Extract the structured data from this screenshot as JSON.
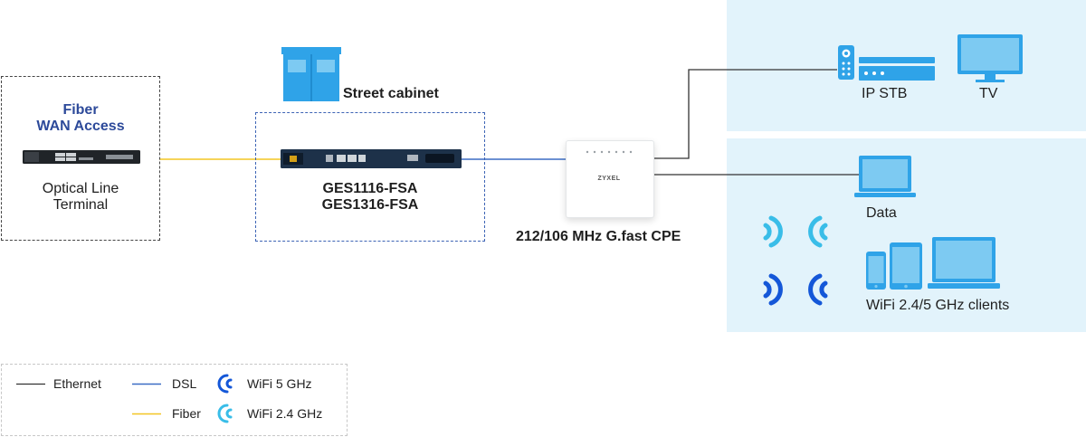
{
  "olt": {
    "heading_line1": "Fiber",
    "heading_line2": "WAN Access",
    "label_line1": "Optical Line",
    "label_line2": "Terminal"
  },
  "cabinet": {
    "title": "Street cabinet",
    "model_line1": "GES1116-FSA",
    "model_line2": "GES1316-FSA"
  },
  "cpe": {
    "brand": "ZYXEL",
    "label": "212/106 MHz G.fast CPE"
  },
  "clients": {
    "ip_stb": "IP STB",
    "tv": "TV",
    "data": "Data",
    "wifi_clients": "WiFi 2.4/5 GHz clients"
  },
  "legend": {
    "ethernet": "Ethernet",
    "dsl": "DSL",
    "wifi5": "WiFi 5 GHz",
    "fiber": "Fiber",
    "wifi24": "WiFi 2.4 GHz"
  },
  "colors": {
    "ethernet": "#333333",
    "dsl": "#3b6cc4",
    "fiber": "#f3c623",
    "wifi5": "#1457d8",
    "wifi24": "#39bde8",
    "panel": "#e2f3fb",
    "device_blue": "#2fa3e8",
    "heading_blue": "#2d4a9a"
  }
}
